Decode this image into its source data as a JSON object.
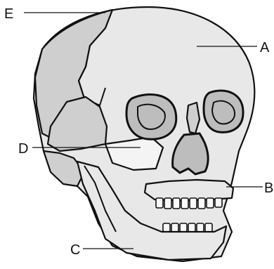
{
  "labels": {
    "top_left": "E",
    "right_upper": "A",
    "left_middle": "D",
    "right_lower": "B",
    "bottom": "C"
  }
}
